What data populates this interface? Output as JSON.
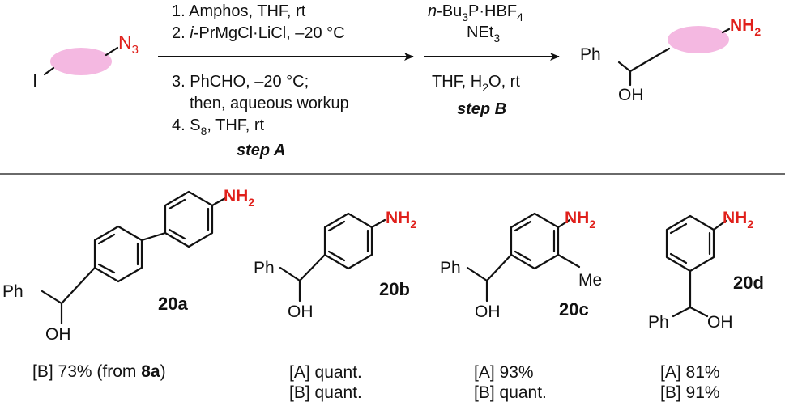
{
  "top_scheme": {
    "reactant": {
      "iodo": "I",
      "azide": "N",
      "azide_sub": "3"
    },
    "step_a": {
      "cond1": "1. Amphos, THF, rt",
      "cond2_pre": "2. ",
      "cond2_italic": "i",
      "cond2_rest": "-PrMgCl·LiCl, –20 °C",
      "cond3": "3. PhCHO, –20 °C;",
      "cond3b": "then, aqueous workup",
      "cond4_pre": "4. S",
      "cond4_sub": "8",
      "cond4_rest": ", THF, rt",
      "label": "step A"
    },
    "step_b": {
      "reagent1_italic": "n",
      "reagent1_a": "-Bu",
      "reagent1_sub1": "3",
      "reagent1_b": "P·HBF",
      "reagent1_sub2": "4",
      "reagent2": "NEt",
      "reagent2_sub": "3",
      "solvent_a": "THF, H",
      "solvent_sub": "2",
      "solvent_b": "O, rt",
      "label": "step B"
    },
    "product": {
      "ph": "Ph",
      "oh": "OH",
      "nh2": "NH",
      "nh2_sub": "2"
    }
  },
  "examples": [
    {
      "id": "20a",
      "ph": "Ph",
      "oh": "OH",
      "nh2": "NH",
      "nh2_sub": "2",
      "yield_a_pre": "[B] 73% (from ",
      "yield_a_bold": "8a",
      "yield_a_post": ")"
    },
    {
      "id": "20b",
      "ph": "Ph",
      "oh": "OH",
      "nh2": "NH",
      "nh2_sub": "2",
      "yield_a": "[A] quant.",
      "yield_b": "[B] quant."
    },
    {
      "id": "20c",
      "ph": "Ph",
      "oh": "OH",
      "nh2": "NH",
      "nh2_sub": "2",
      "me": "Me",
      "yield_a": "[A] 93%",
      "yield_b": "[B] quant."
    },
    {
      "id": "20d",
      "ph": "Ph",
      "oh": "OH",
      "nh2": "NH",
      "nh2_sub": "2",
      "yield_a": "[A] 81%",
      "yield_b": "[B] 91%"
    }
  ],
  "colors": {
    "amine_red": "#e0201b",
    "substrate_pink": "#f4b8e1",
    "divider": "#555555"
  }
}
